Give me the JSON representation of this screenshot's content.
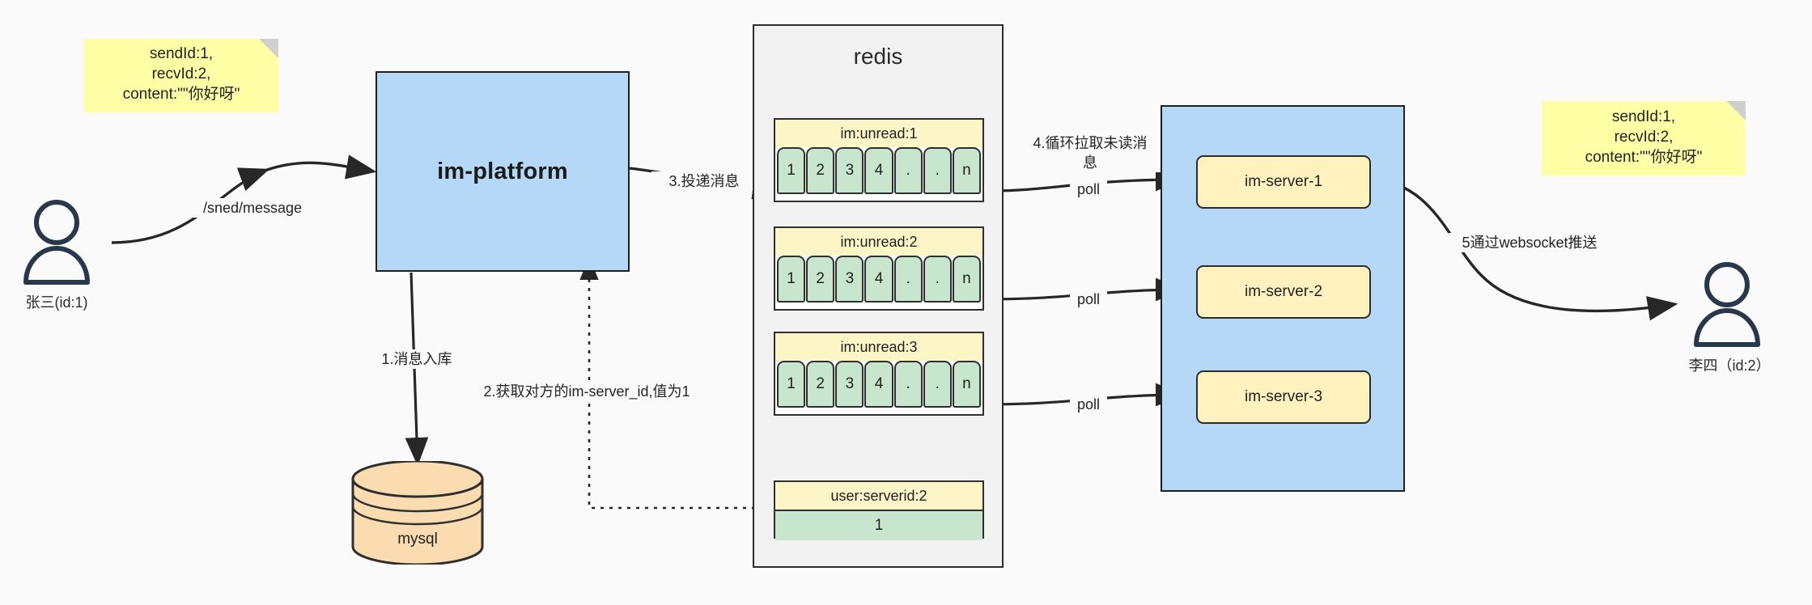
{
  "diagram": {
    "title": "IM message delivery architecture",
    "colors": {
      "note_bg": "#ffffa6",
      "blue_box": "#b5d8f7",
      "server_box": "#fff2bf",
      "cell_green": "#c8e6ce",
      "list_header": "#fbf5c8",
      "redis_bg": "#f2f2f2",
      "mysql_fill": "#fbdcb0",
      "stroke": "#2f2f2f"
    }
  },
  "notes": {
    "left": "sendId:1,\nrecvId:2,\ncontent:\"\"你好呀\"",
    "right": "sendId:1,\nrecvId:2,\ncontent:\"\"你好呀\""
  },
  "actors": {
    "sender": {
      "label": "张三(id:1)",
      "icon": "user-icon"
    },
    "receiver": {
      "label": "李四（id:2）",
      "icon": "user-icon"
    }
  },
  "nodes": {
    "im_platform": "im-platform",
    "mysql": "mysql",
    "redis": "redis"
  },
  "redis": {
    "lists": [
      {
        "key": "im:unread:1",
        "cells": [
          "1",
          "2",
          "3",
          "4",
          ".",
          ".",
          "n"
        ]
      },
      {
        "key": "im:unread:2",
        "cells": [
          "1",
          "2",
          "3",
          "4",
          ".",
          ".",
          "n"
        ]
      },
      {
        "key": "im:unread:3",
        "cells": [
          "1",
          "2",
          "3",
          "4",
          ".",
          ".",
          "n"
        ]
      }
    ],
    "kv": {
      "key": "user:serverid:2",
      "value": "1"
    }
  },
  "servers": [
    "im-server-1",
    "im-server-2",
    "im-server-3"
  ],
  "edges": {
    "send_message": "/sned/message",
    "step1": "1.消息入库",
    "step2": "2.获取对方的im-server_id,值为1",
    "step3": "3.投递消息",
    "step4": "4.循环拉取未读消\n息",
    "poll1": "poll",
    "poll2": "poll",
    "poll3": "poll",
    "step5": "5通过websocket推送"
  }
}
